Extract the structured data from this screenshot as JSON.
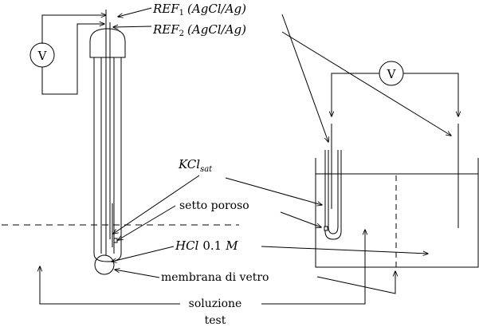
{
  "labels": {
    "ref1_main": "REF",
    "ref1_sub": "1",
    "ref1_rest": "(AgCl/Ag)",
    "ref2_main": "REF",
    "ref2_sub": "2",
    "ref2_rest": "(AgCl/Ag)",
    "kcl_main": "KCl",
    "kcl_sub": "sat",
    "setto": "setto poroso",
    "hcl_main": "HCl",
    "hcl_rest": "0.1",
    "hcl_unit": "M",
    "membrana": "membrana di vetro",
    "soluzione": "soluzione",
    "test": "test"
  },
  "voltmeters": {
    "left": "V",
    "right": "V"
  }
}
